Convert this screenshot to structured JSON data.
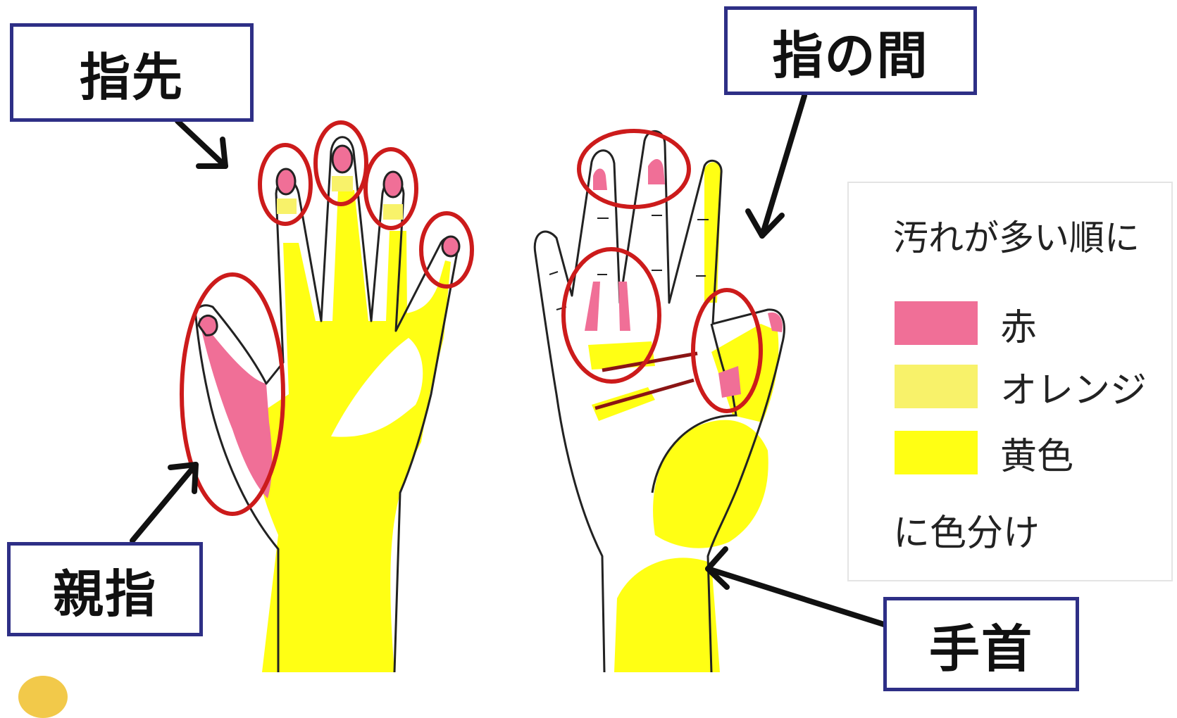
{
  "labels": {
    "fingertips": "指先",
    "between_fingers": "指の間",
    "thumb": "親指",
    "wrist": "手首"
  },
  "legend": {
    "heading": "汚れが多い順に",
    "items": [
      {
        "label": "赤",
        "color": "#f06f97"
      },
      {
        "label": "オレンジ",
        "color": "#f8f26a"
      },
      {
        "label": "黄色",
        "color": "#ffff14"
      }
    ],
    "footer": "に色分け"
  },
  "colors": {
    "callout_border": "#2e2f86",
    "circle": "#cc1b1b",
    "red_zone": "#f06f97",
    "yellow_zone": "#ffff14",
    "outline": "#222222"
  }
}
